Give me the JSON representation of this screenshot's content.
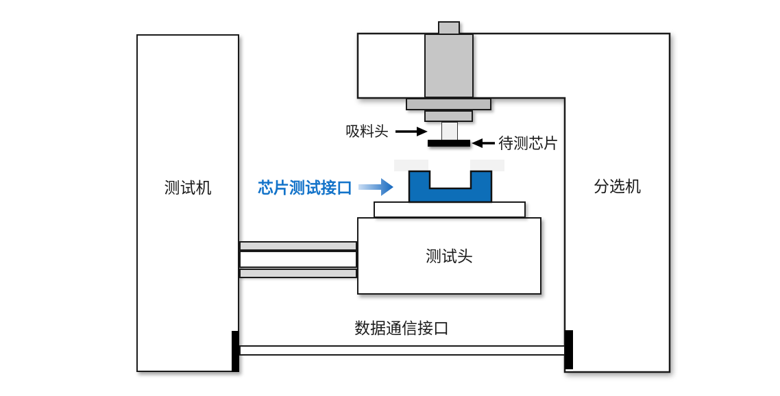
{
  "labels": {
    "tester": "测试机",
    "handler": "分选机",
    "test_head": "测试头",
    "suction_head": "吸料头",
    "chip_under_test": "待测芯片",
    "chip_test_interface": "芯片测试接口",
    "data_comm_interface": "数据通信接口"
  },
  "colors": {
    "outline": "#1a1a1a",
    "socket_blue": "#0d6eb8",
    "interface_label_blue": "#1373c9",
    "arrow_gradient_start": "#c9ddf4",
    "arrow_gradient_end": "#1467be",
    "machine_gray": "#c6c6c6",
    "flange_gray": "#bdbdbd",
    "cable_gray": "#d9d9d9",
    "pad_gray": "#f2f2f2",
    "chip_black": "#000000",
    "arrow_black": "#000000",
    "background": "#ffffff"
  },
  "icons": {
    "suction_arrow": "arrow-right",
    "chip_arrow": "arrow-left",
    "interface_arrow": "arrow-right-gradient"
  }
}
